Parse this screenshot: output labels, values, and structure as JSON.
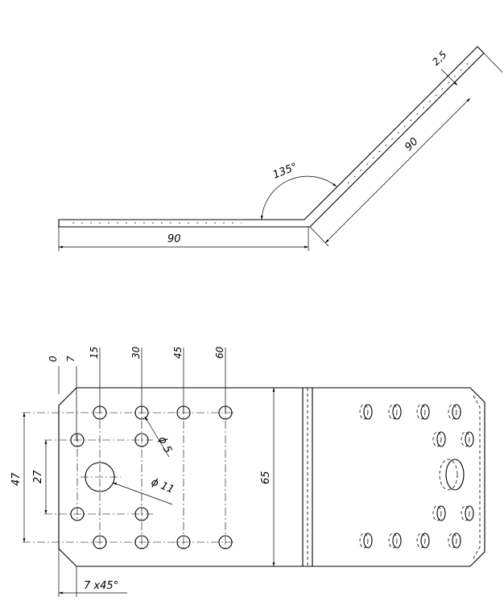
{
  "side_view": {
    "length_horizontal": "90",
    "length_angled": "90",
    "angle": "135°",
    "thickness": "2,5"
  },
  "plan_view": {
    "x_ticks": [
      "0",
      "7",
      "15",
      "30",
      "45",
      "60"
    ],
    "height_outer": "47",
    "height_inner": "27",
    "height_total": "65",
    "small_hole": "ϕ 5",
    "large_hole": "ϕ 11",
    "chamfer": "7 x45°"
  }
}
